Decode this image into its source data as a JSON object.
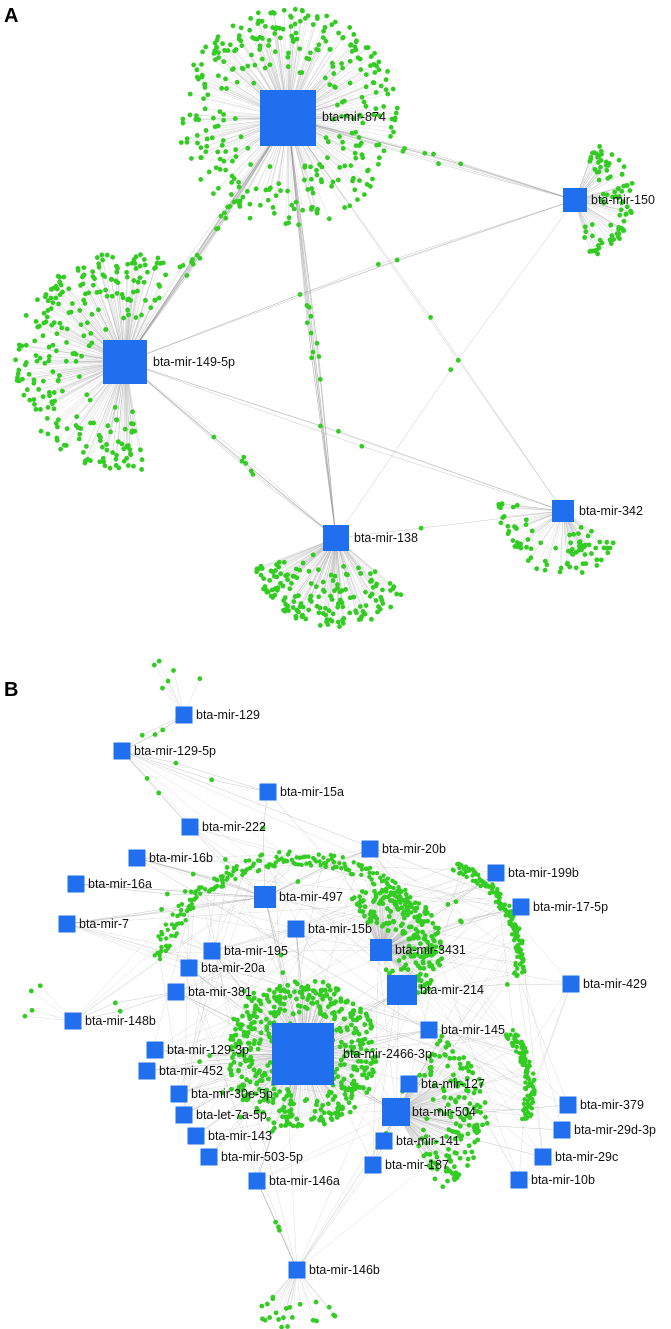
{
  "panels": [
    {
      "label": "A",
      "nodes": [
        {
          "id": "bta-mir-874",
          "label": "bta-mir-874"
        },
        {
          "id": "bta-mir-150",
          "label": "bta-mir-150"
        },
        {
          "id": "bta-mir-149-5p",
          "label": "bta-mir-149-5p"
        },
        {
          "id": "bta-mir-342",
          "label": "bta-mir-342"
        },
        {
          "id": "bta-mir-138",
          "label": "bta-mir-138"
        }
      ]
    },
    {
      "label": "B",
      "nodes": [
        {
          "id": "bta-mir-129",
          "label": "bta-mir-129"
        },
        {
          "id": "bta-mir-129-5p",
          "label": "bta-mir-129-5p"
        },
        {
          "id": "bta-mir-15a",
          "label": "bta-mir-15a"
        },
        {
          "id": "bta-mir-222",
          "label": "bta-mir-222"
        },
        {
          "id": "bta-mir-16b",
          "label": "bta-mir-16b"
        },
        {
          "id": "bta-mir-20b",
          "label": "bta-mir-20b"
        },
        {
          "id": "bta-mir-199b",
          "label": "bta-mir-199b"
        },
        {
          "id": "bta-mir-16a",
          "label": "bta-mir-16a"
        },
        {
          "id": "bta-mir-497",
          "label": "bta-mir-497"
        },
        {
          "id": "bta-mir-17-5p",
          "label": "bta-mir-17-5p"
        },
        {
          "id": "bta-mir-7",
          "label": "bta-mir-7"
        },
        {
          "id": "bta-mir-15b",
          "label": "bta-mir-15b"
        },
        {
          "id": "bta-mir-195",
          "label": "bta-mir-195"
        },
        {
          "id": "bta-mir-3431",
          "label": "bta-mir-3431"
        },
        {
          "id": "bta-mir-20a",
          "label": "bta-mir-20a"
        },
        {
          "id": "bta-mir-214",
          "label": "bta-mir-214"
        },
        {
          "id": "bta-mir-429",
          "label": "bta-mir-429"
        },
        {
          "id": "bta-mir-381",
          "label": "bta-mir-381"
        },
        {
          "id": "bta-mir-148b",
          "label": "bta-mir-148b"
        },
        {
          "id": "bta-mir-145",
          "label": "bta-mir-145"
        },
        {
          "id": "bta-mir-2466-3p",
          "label": "bta-mir-2466-3p"
        },
        {
          "id": "bta-mir-129-3p",
          "label": "bta-mir-129-3p"
        },
        {
          "id": "bta-mir-452",
          "label": "bta-mir-452"
        },
        {
          "id": "bta-mir-127",
          "label": "bta-mir-127"
        },
        {
          "id": "bta-mir-30e-5p",
          "label": "bta-mir-30e-5p"
        },
        {
          "id": "bta-mir-504",
          "label": "bta-mir-504"
        },
        {
          "id": "bta-let-7a-5p",
          "label": "bta-let-7a-5p"
        },
        {
          "id": "bta-mir-379",
          "label": "bta-mir-379"
        },
        {
          "id": "bta-mir-143",
          "label": "bta-mir-143"
        },
        {
          "id": "bta-mir-141",
          "label": "bta-mir-141"
        },
        {
          "id": "bta-mir-29d-3p",
          "label": "bta-mir-29d-3p"
        },
        {
          "id": "bta-mir-503-5p",
          "label": "bta-mir-503-5p"
        },
        {
          "id": "bta-mir-187",
          "label": "bta-mir-187"
        },
        {
          "id": "bta-mir-29c",
          "label": "bta-mir-29c"
        },
        {
          "id": "bta-mir-146a",
          "label": "bta-mir-146a"
        },
        {
          "id": "bta-mir-10b",
          "label": "bta-mir-10b"
        },
        {
          "id": "bta-mir-146b",
          "label": "bta-mir-146b"
        }
      ]
    }
  ],
  "colors": {
    "hub": "#1f6fef",
    "target": "#33cc22",
    "edge": "#9a9a9a"
  }
}
